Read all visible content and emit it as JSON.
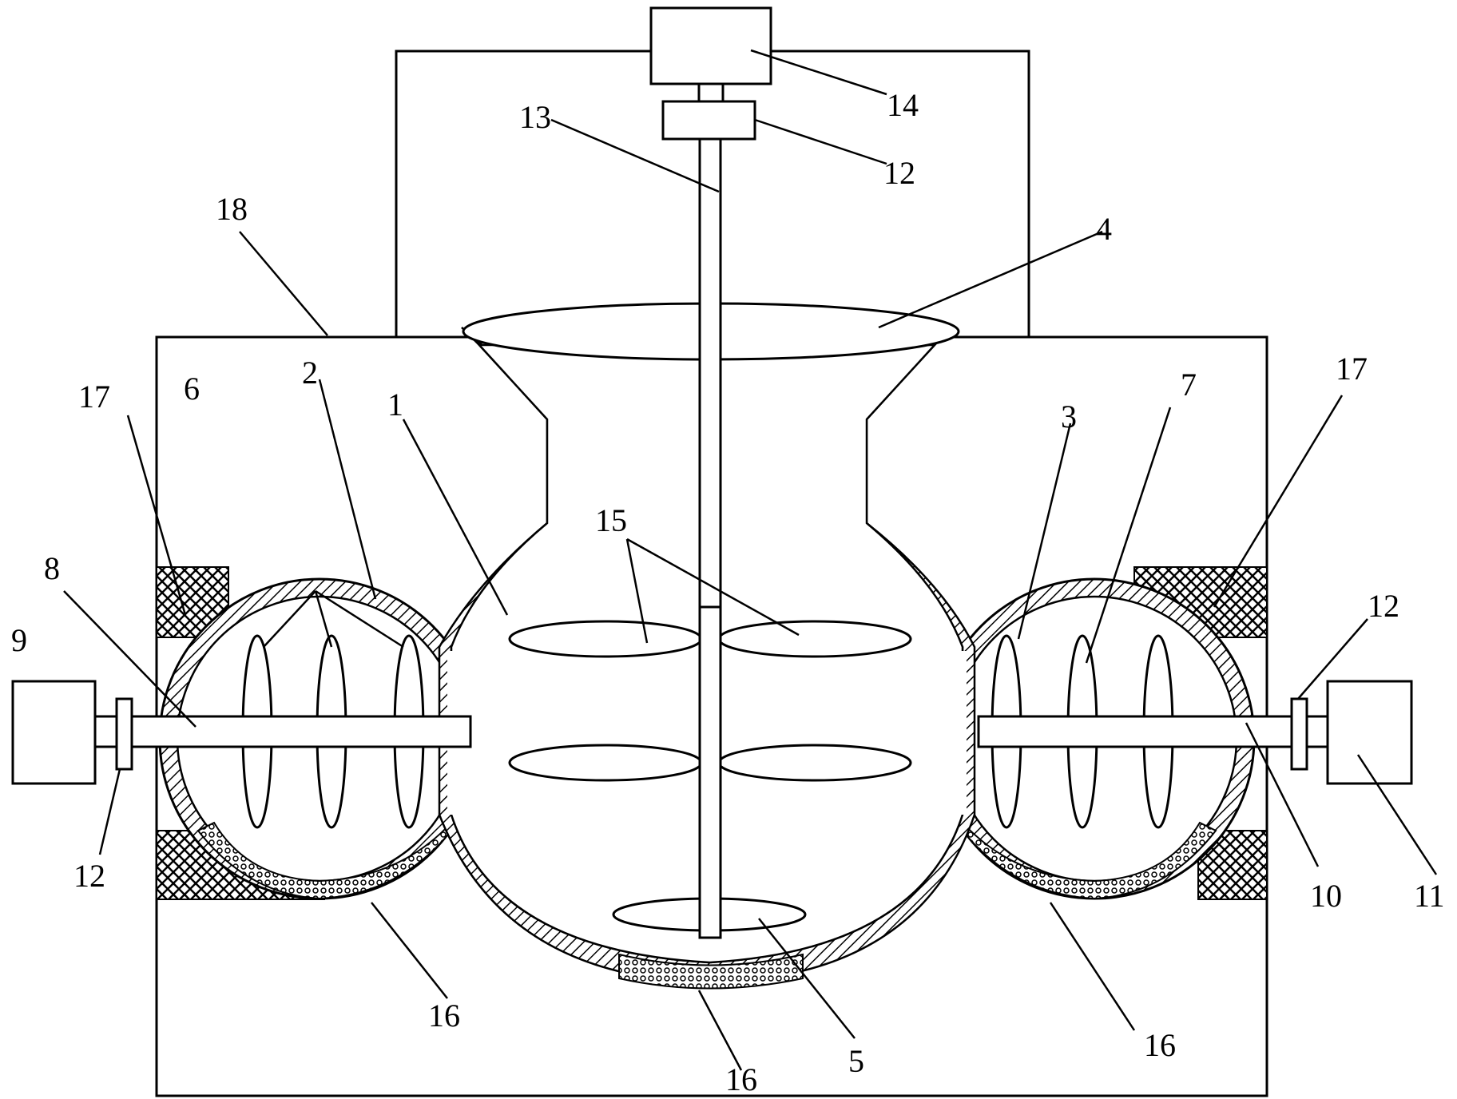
{
  "figure": {
    "labels": {
      "main_vessel": "1",
      "left_chamber": "2",
      "right_chamber": "3",
      "feed_hopper": "4",
      "bottom_paddle": "5",
      "left_blades": "6",
      "right_blades": "7",
      "left_shaft": "8",
      "left_motor": "9",
      "right_shaft": "10",
      "right_motor": "11",
      "coupling_top": "12",
      "coupling_left": "12",
      "coupling_right": "12",
      "main_shaft": "13",
      "top_motor": "14",
      "stirring_blades": "15",
      "heater_left": "16",
      "heater_bottom": "16",
      "heater_right": "16",
      "insulation_left": "17",
      "insulation_right": "17",
      "frame": "18"
    }
  }
}
